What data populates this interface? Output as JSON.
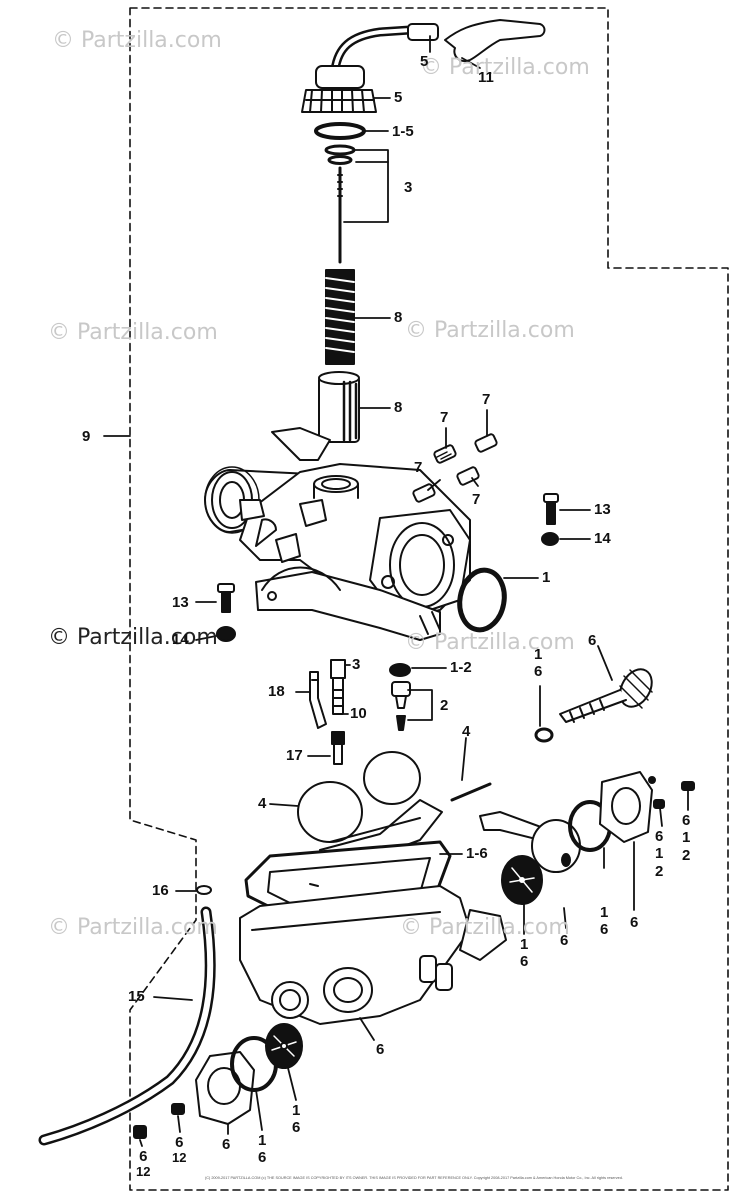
{
  "watermark": {
    "text_full": "© Partzilla.com",
    "text_short": "© Partzilla.com"
  },
  "callouts": [
    {
      "id": "c5a",
      "text": "5"
    },
    {
      "id": "c11",
      "text": "11"
    },
    {
      "id": "c5b",
      "text": "5"
    },
    {
      "id": "c1-5",
      "text": "1-5"
    },
    {
      "id": "c3a",
      "text": "3"
    },
    {
      "id": "c8a",
      "text": "8"
    },
    {
      "id": "c8b",
      "text": "8"
    },
    {
      "id": "c9",
      "text": "9"
    },
    {
      "id": "c7a",
      "text": "7"
    },
    {
      "id": "c7b",
      "text": "7"
    },
    {
      "id": "c7c",
      "text": "7"
    },
    {
      "id": "c7d",
      "text": "7"
    },
    {
      "id": "c13a",
      "text": "13"
    },
    {
      "id": "c14a",
      "text": "14"
    },
    {
      "id": "c1a",
      "text": "1"
    },
    {
      "id": "c13b",
      "text": "13"
    },
    {
      "id": "c14b",
      "text": "14"
    },
    {
      "id": "c3b",
      "text": "3"
    },
    {
      "id": "c1-2",
      "text": "1-2"
    },
    {
      "id": "c18",
      "text": "18"
    },
    {
      "id": "c10",
      "text": "10"
    },
    {
      "id": "c2",
      "text": "2"
    },
    {
      "id": "c17",
      "text": "17"
    },
    {
      "id": "c4a",
      "text": "4"
    },
    {
      "id": "c4b",
      "text": "4"
    },
    {
      "id": "c1-6",
      "text": "1-6"
    },
    {
      "id": "c16",
      "text": "16"
    },
    {
      "id": "c15",
      "text": "15"
    },
    {
      "id": "c6main",
      "text": "6"
    }
  ],
  "vertical_callouts": [
    {
      "id": "v16-6",
      "lines": [
        "1",
        "6"
      ]
    },
    {
      "id": "v6-12a",
      "lines": [
        "6",
        "1",
        "2"
      ]
    },
    {
      "id": "v6-12b",
      "lines": [
        "6",
        "1",
        "2"
      ]
    },
    {
      "id": "v16r1",
      "lines": [
        "1",
        "6"
      ]
    },
    {
      "id": "v6r1",
      "lines": [
        "6"
      ]
    },
    {
      "id": "v16r2",
      "lines": [
        "1",
        "6"
      ]
    },
    {
      "id": "v6r2",
      "lines": [
        "6"
      ]
    },
    {
      "id": "v6b1",
      "lines": [
        "6"
      ]
    },
    {
      "id": "v16b1",
      "lines": [
        "1",
        "6"
      ]
    },
    {
      "id": "v16b2",
      "lines": [
        "1",
        "6"
      ]
    },
    {
      "id": "v6-12c",
      "lines": [
        "6",
        "1",
        "2"
      ]
    },
    {
      "id": "v6-12d",
      "lines": [
        "6",
        "1",
        "2"
      ]
    },
    {
      "id": "v6knob",
      "lines": [
        "6"
      ]
    }
  ],
  "footer": "(C) 2009-2017 PARTZILLA.COM (c) THE SOURCE IMAGE IS COPYRIGHTED BY ITS OWNER. THIS IMAGE IS PROVIDED FOR PART REFERENCE ONLY. Copyright 2008-2017 Partzilla.com & American Honda Motor Co., Inc. All rights reserved."
}
